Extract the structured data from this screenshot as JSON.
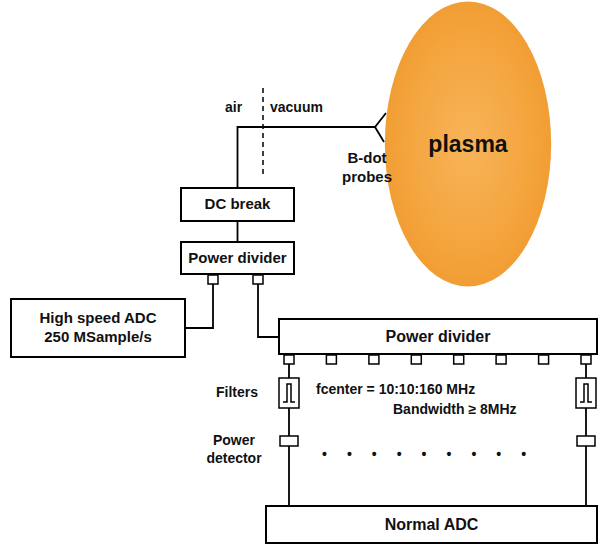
{
  "diagram": {
    "nodes": [
      {
        "text": [
          "plasma"
        ]
      },
      {
        "text": [
          "DC break"
        ]
      },
      {
        "text": [
          "Power divider"
        ]
      },
      {
        "text": [
          "High speed ADC",
          "250 MSample/s"
        ]
      },
      {
        "text": [
          "Power divider"
        ]
      },
      {
        "text": [
          "Normal ADC"
        ]
      }
    ],
    "edges": [
      {
        "from": 0,
        "to": 1,
        "arrow": "none"
      },
      {
        "from": 1,
        "to": 2,
        "arrow": "none"
      },
      {
        "from": 2,
        "to": 3,
        "arrow": "none"
      },
      {
        "from": 2,
        "to": 4,
        "arrow": "none"
      },
      {
        "from": 4,
        "to": 5,
        "arrow": "none"
      },
      {
        "from": 4,
        "to": 5,
        "arrow": "none"
      }
    ],
    "labels": [
      "air",
      "vacuum",
      "B-dot probes",
      "fcenter = 10:10:160 MHz",
      "Bandwidth ≥ 8MHz",
      "Filters",
      "Power detector",
      "•••••••••"
    ]
  }
}
